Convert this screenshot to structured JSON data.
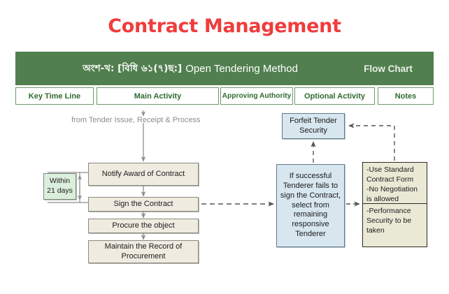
{
  "title": "Contract Management",
  "banner": {
    "bengali": "অংশ-খ: [বিধি ৬১(৭)ছ:]",
    "english": "Open Tendering Method",
    "right_label": "Flow Chart",
    "bg_color": "#517f4f"
  },
  "columns": [
    {
      "label": "Key Time Line"
    },
    {
      "label": "Main Activity"
    },
    {
      "label": "Approving Authority"
    },
    {
      "label": "Optional Activity"
    },
    {
      "label": "Notes"
    }
  ],
  "flow": {
    "entry_label": "from Tender Issue, Receipt & Process",
    "time_nodes": [
      {
        "label": "Within\n21 days",
        "color": "#dceedc"
      }
    ],
    "main_nodes": [
      {
        "label": "Notify Award of Contract"
      },
      {
        "label": "Sign the Contract"
      },
      {
        "label": "Procure the object"
      },
      {
        "label": "Maintain the Record of Procurement"
      }
    ],
    "optional_nodes": [
      {
        "label": "Forfeit Tender Security"
      },
      {
        "label": "If successful Tenderer fails to sign the Contract, select from remaining responsive Tenderer"
      }
    ],
    "notes": [
      {
        "label": "-Use Standard Contract Form\n-No Negotiation is allowed"
      },
      {
        "label": "-Performance Security to be taken"
      }
    ]
  },
  "colors": {
    "title": "#f03c3c",
    "green": "#517f4f",
    "beige": "#efebe0",
    "blue": "#d7e6ef",
    "khaki": "#e9e9d6",
    "mint": "#dceedc"
  }
}
